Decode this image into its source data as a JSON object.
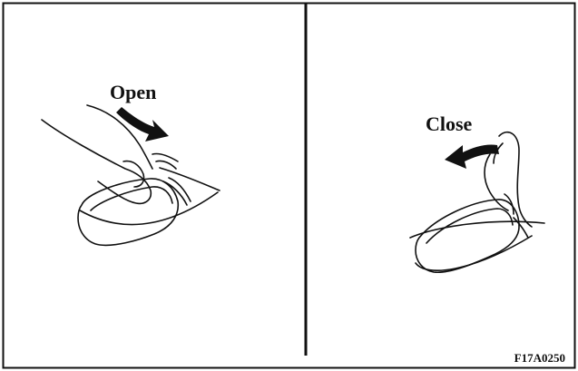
{
  "panels": {
    "open": {
      "label": "Open"
    },
    "close": {
      "label": "Close"
    }
  },
  "figure_code": "F17A0250",
  "colors": {
    "ink": "#111111",
    "background": "#ffffff"
  },
  "icons": {
    "open_arrow": "curved-arrow-down-right",
    "close_arrow": "curved-arrow-left"
  }
}
